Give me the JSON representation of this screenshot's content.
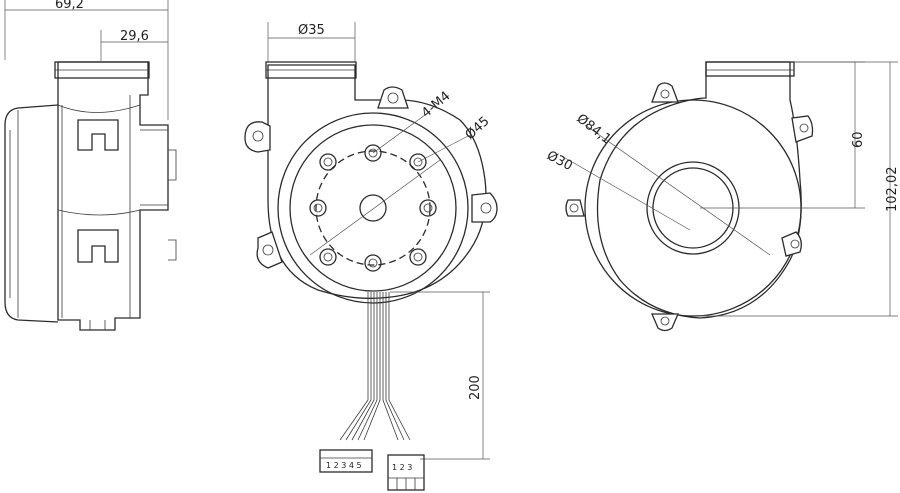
{
  "dimensions": {
    "overall_depth": "69,2",
    "outlet_depth": "29,6",
    "outlet_diameter": "Ø35",
    "mount_holes": "4-M4",
    "bolt_circle": "Ø45",
    "housing_diameter": "Ø84,1",
    "inlet_diameter": "Ø30",
    "outlet_height": "60",
    "overall_height": "102,02",
    "cable_length": "200"
  },
  "connectors": {
    "left_pins": "1 2 3 4 5",
    "right_pins": "1 2 3"
  },
  "colors": {
    "line": "#2b2b2b",
    "background": "#ffffff"
  }
}
